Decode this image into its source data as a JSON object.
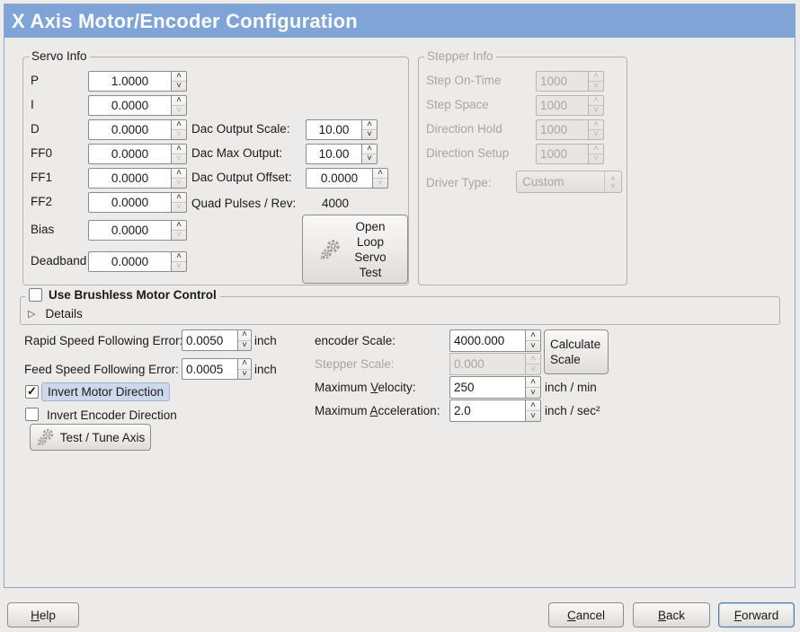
{
  "colors": {
    "titlebar": "#7fa5d8",
    "page-border": "#8aa8ca",
    "bg": "#edebe9"
  },
  "titlebar": {
    "title": "X Axis Motor/Encoder Configuration"
  },
  "servo_info": {
    "label": "Servo Info",
    "gains": [
      {
        "label": "P",
        "value": "1.0000"
      },
      {
        "label": "I",
        "value": "0.0000"
      },
      {
        "label": "D",
        "value": "0.0000"
      },
      {
        "label": "FF0",
        "value": "0.0000"
      },
      {
        "label": "FF1",
        "value": "0.0000"
      },
      {
        "label": "FF2",
        "value": "0.0000"
      },
      {
        "label": "Bias",
        "value": "0.0000"
      },
      {
        "label": "Deadband",
        "value": "0.0000"
      }
    ],
    "dac_rows": [
      {
        "label": "Dac Output Scale:",
        "value": "10.00"
      },
      {
        "label": "Dac Max Output:",
        "value": "10.00"
      },
      {
        "label": "Dac Output Offset:",
        "value": "0.0000"
      }
    ],
    "quad_pulses": {
      "label": "Quad Pulses / Rev:",
      "value": "4000"
    },
    "open_loop_button": "Open Loop Servo Test"
  },
  "stepper_info": {
    "label": "Stepper Info",
    "rows": [
      {
        "label": "Step On-Time",
        "value": "1000"
      },
      {
        "label": "Step Space",
        "value": "1000"
      },
      {
        "label": "Direction Hold",
        "value": "1000"
      },
      {
        "label": "Direction Setup",
        "value": "1000"
      }
    ],
    "driver_type": {
      "label": "Driver Type:",
      "value": "Custom"
    }
  },
  "brushless": {
    "checkbox_label": "Use Brushless Motor Control",
    "checked": false,
    "details_label": "Details"
  },
  "following_error": {
    "rapid": {
      "label": "Rapid Speed Following Error:",
      "value": "0.0050",
      "unit": "inch"
    },
    "feed": {
      "label": "Feed Speed Following Error:",
      "value": "0.0005",
      "unit": "inch"
    }
  },
  "direction": {
    "invert_motor": {
      "label": "Invert Motor Direction",
      "checked": true
    },
    "invert_encoder": {
      "label": "Invert Encoder Direction",
      "checked": false
    }
  },
  "test_tune_button": "Test / Tune Axis",
  "scaling": {
    "encoder": {
      "label": "encoder Scale:",
      "value": "4000.000"
    },
    "calculate_button": "Calculate Scale",
    "stepper": {
      "label": "Stepper Scale:",
      "value": "0.000"
    },
    "velocity": {
      "label": "Maximum _Velocity:",
      "value": "250",
      "unit": "inch / min"
    },
    "acceleration": {
      "label": "Maximum _Acceleration:",
      "value": "2.0",
      "unit": "inch / sec²"
    }
  },
  "footer": {
    "help": "_Help",
    "cancel": "_Cancel",
    "back": "_Back",
    "forward": "_Forward"
  }
}
